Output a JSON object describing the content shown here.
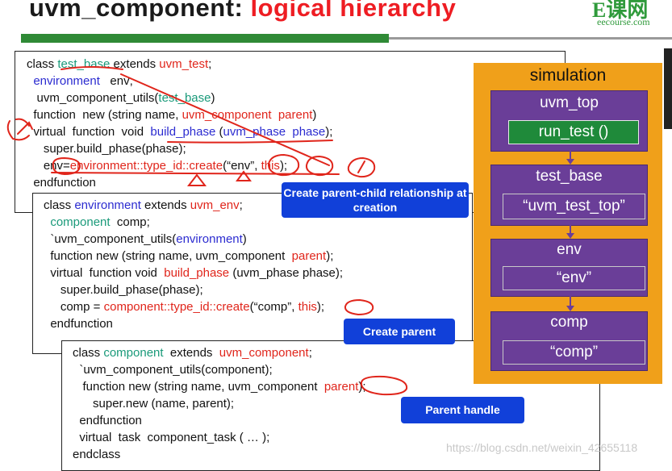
{
  "title": {
    "part1": "uvm_component: ",
    "part2": "logical hierarchy"
  },
  "logo": {
    "text": "eecourse.com"
  },
  "code_test_base": [
    [
      [
        "class ",
        ""
      ],
      [
        "test_base",
        "teal"
      ],
      [
        " extends ",
        ""
      ],
      [
        "uvm_test",
        "red"
      ],
      [
        ";",
        ""
      ]
    ],
    [
      [
        "  ",
        ""
      ],
      [
        "environment",
        "blue"
      ],
      [
        "   env;",
        ""
      ]
    ],
    [
      [
        "   uvm_component_utils(",
        ""
      ],
      [
        "test_base",
        "teal"
      ],
      [
        ")",
        ""
      ]
    ],
    [
      [
        "  function  new (string name, ",
        ""
      ],
      [
        "uvm_component",
        "red"
      ],
      [
        "  ",
        ""
      ],
      [
        "parent",
        "red"
      ],
      [
        ")",
        ""
      ]
    ],
    [
      [
        "  virtual  function  void  ",
        ""
      ],
      [
        "build_phase",
        "blue"
      ],
      [
        " (",
        ""
      ],
      [
        "uvm_phase  phase",
        "blue"
      ],
      [
        ");",
        ""
      ]
    ],
    [
      [
        "     super.build_phase(phase);",
        ""
      ]
    ],
    [
      [
        "     env=",
        ""
      ],
      [
        "environment::type_id::create",
        "red"
      ],
      [
        "(“env”, ",
        ""
      ],
      [
        "this",
        "red"
      ],
      [
        ");",
        ""
      ]
    ],
    [
      [
        "  endfunction",
        ""
      ]
    ]
  ],
  "code_environment": [
    [
      [
        "class ",
        ""
      ],
      [
        "environment",
        "blue"
      ],
      [
        " extends ",
        ""
      ],
      [
        "uvm_env",
        "red"
      ],
      [
        ";",
        ""
      ]
    ],
    [
      [
        "  ",
        ""
      ],
      [
        "component",
        "teal"
      ],
      [
        "  comp;",
        ""
      ]
    ],
    [
      [
        "  `uvm_component_utils(",
        ""
      ],
      [
        "environment",
        "blue"
      ],
      [
        ")",
        ""
      ]
    ],
    [
      [
        "  function new (string name, uvm_component  ",
        ""
      ],
      [
        "parent",
        "red"
      ],
      [
        ");",
        ""
      ]
    ],
    [
      [
        "  virtual  function void  ",
        ""
      ],
      [
        "build_phase",
        "red"
      ],
      [
        " (uvm_phase phase);",
        ""
      ]
    ],
    [
      [
        "     super.build_phase(phase);",
        ""
      ]
    ],
    [
      [
        "     comp = ",
        ""
      ],
      [
        "component::type_id::create",
        "red"
      ],
      [
        "(“comp”, ",
        ""
      ],
      [
        "this",
        "red"
      ],
      [
        ");",
        ""
      ]
    ],
    [
      [
        "  endfunction",
        ""
      ]
    ]
  ],
  "code_component": [
    [
      [
        "class ",
        ""
      ],
      [
        "component",
        "teal"
      ],
      [
        "  extends  ",
        ""
      ],
      [
        "uvm_component",
        "red"
      ],
      [
        ";",
        ""
      ]
    ],
    [
      [
        "  `uvm_component_utils(component);",
        ""
      ]
    ],
    [
      [
        "   function new (string name, uvm_component  ",
        ""
      ],
      [
        "parent",
        "red"
      ],
      [
        ");",
        ""
      ]
    ],
    [
      [
        "      super.new (name, parent);",
        ""
      ]
    ],
    [
      [
        "  endfunction",
        ""
      ]
    ],
    [
      [
        "  virtual  task  component_task ( … );",
        ""
      ]
    ],
    [
      [
        "endclass",
        ""
      ]
    ]
  ],
  "callouts": {
    "create_parent_child": "Create parent-child relationship at creation",
    "create_parent": "Create parent",
    "parent_handle": "Parent handle"
  },
  "simulation": {
    "title": "simulation",
    "blocks": [
      {
        "label": "uvm_top",
        "inner": "run_test ()"
      },
      {
        "label": "test_base",
        "inner": "“uvm_test_top”"
      },
      {
        "label": "env",
        "inner": "“env”"
      },
      {
        "label": "comp",
        "inner": "“comp”"
      }
    ]
  },
  "annotation_colors": {
    "pen": "#e0251b",
    "callout": "#1140d9",
    "sim_bg": "#f0a01a",
    "sim_block": "#6a3e98"
  },
  "watermark": "https://blog.csdn.net/weixin_42655118"
}
